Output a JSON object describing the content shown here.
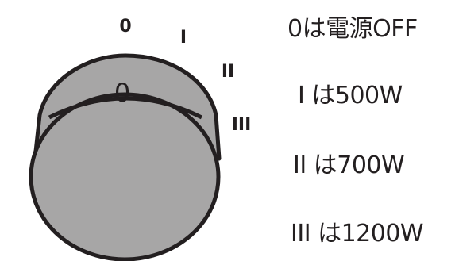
{
  "knob": {
    "face_color": "#a7a6a6",
    "outline_color": "#231f20",
    "indicator_label": "0"
  },
  "scale_marks": [
    "0",
    "I",
    "II",
    "III"
  ],
  "legend": [
    {
      "text": "0は電源OFF"
    },
    {
      "text": "I は500W"
    },
    {
      "text": "II は700W"
    },
    {
      "text": "III は1200W"
    }
  ]
}
